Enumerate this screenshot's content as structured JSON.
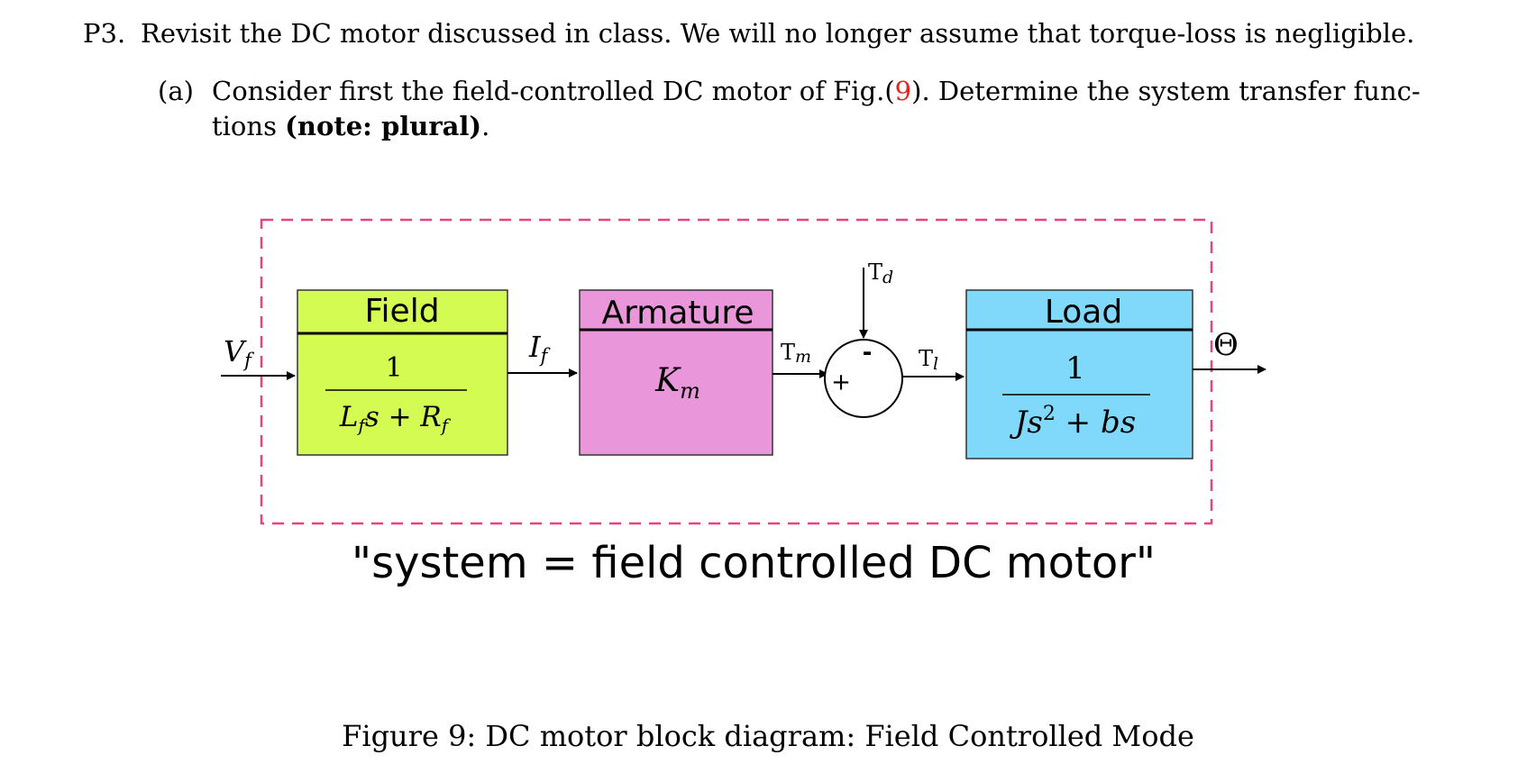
{
  "problem": {
    "number": "P3.",
    "text": "Revisit the DC motor discussed in class. We will no longer assume that torque-loss is negligible."
  },
  "part_a": {
    "label": "(a)",
    "text_before": "Consider first the field-controlled DC motor of Fig.(",
    "fig_ref": "9",
    "text_after": "). Determine the system transfer func- tions ",
    "bold_note": "(note: plural)",
    "end": "."
  },
  "diagram": {
    "colors": {
      "field": "#d4fb52",
      "armature": "#e996db",
      "load": "#80d8fb",
      "dashed_border": "#e4457f"
    },
    "input_label": "V",
    "input_sub": "f",
    "output_label": "Θ",
    "blocks": {
      "field": {
        "title": "Field",
        "num": "1",
        "den_L": "L",
        "den_L_sub": "f",
        "den_s": "s + R",
        "den_R_sub": "f"
      },
      "armature": {
        "title": "Armature",
        "gain": "K",
        "gain_sub": "m"
      },
      "load": {
        "title": "Load",
        "num": "1",
        "den_J": "Js",
        "den_exp": "2",
        "den_rest": " + bs"
      }
    },
    "signals": {
      "if_main": "I",
      "if_sub": "f",
      "tm_main": "T",
      "tm_sub": "m",
      "td_main": "T",
      "td_sub": "d",
      "tl_main": "T",
      "tl_sub": "l"
    },
    "summing": {
      "plus": "+",
      "minus": "-"
    },
    "system_label": "\"system = field controlled DC motor\""
  },
  "figure_caption": "Figure 9: DC motor block diagram: Field Controlled Mode"
}
